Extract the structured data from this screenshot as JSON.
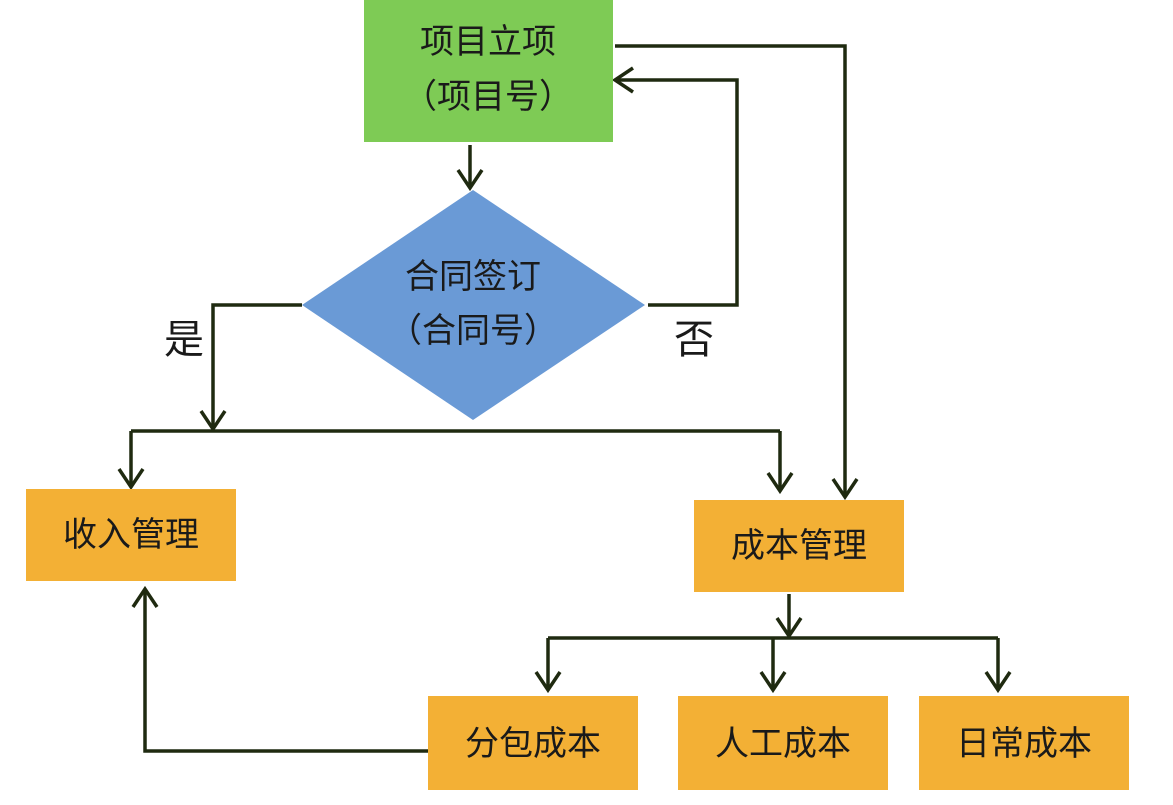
{
  "colors": {
    "start": "#7ecb55",
    "decision": "#6a9ad6",
    "process": "#f3b035",
    "line": "#1f2a10"
  },
  "nodes": {
    "project_setup": {
      "line1": "项目立项",
      "line2": "（项目号）"
    },
    "contract_signing": {
      "line1": "合同签订",
      "line2": "（合同号）"
    },
    "income_management": {
      "label": "收入管理"
    },
    "cost_management": {
      "label": "成本管理"
    },
    "subcontract_cost": {
      "label": "分包成本"
    },
    "labor_cost": {
      "label": "人工成本"
    },
    "daily_cost": {
      "label": "日常成本"
    }
  },
  "edges": {
    "yes_label": "是",
    "no_label": "否"
  }
}
